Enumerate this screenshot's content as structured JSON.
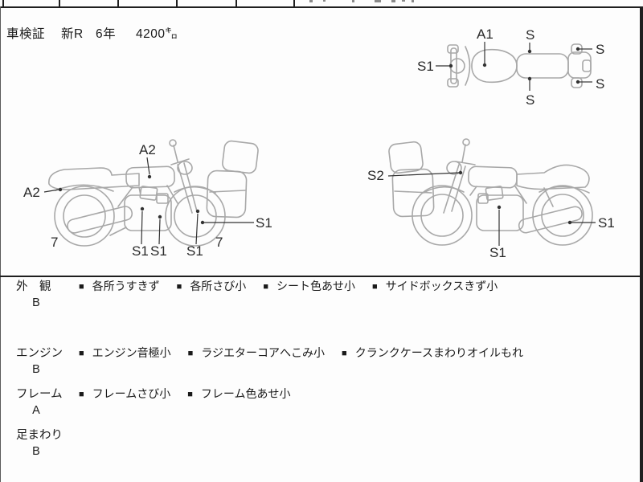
{
  "sheet": {
    "bullet_icon": "■",
    "header": {
      "doc_label": "車検証",
      "era": "新R",
      "year": "6年",
      "mileage": "4200㌔"
    },
    "diagrams": {
      "top_view": {
        "labels": {
          "s1_front": "S1",
          "a1_tank": "A1",
          "s_top": "S",
          "s_bottom": "S",
          "s_rear_top": "S",
          "s_rear_bottom": "S"
        }
      },
      "left_view": {
        "labels": {
          "a2_rear": "A2",
          "a2_tank": "A2",
          "grade7_rear": "7",
          "s1_engine": "S1",
          "s1_lower": "S1",
          "s1_fork": "S1",
          "grade7_front": "7",
          "s1_front_wheel": "S1"
        }
      },
      "right_view": {
        "labels": {
          "s2_front": "S2",
          "s1_engine": "S1",
          "s1_rear_wheel": "S1"
        }
      }
    },
    "condition_rows": [
      {
        "part": "外　観",
        "grade": "B",
        "items": [
          "各所うすきず",
          "各所さび小",
          "シート色あせ小",
          "サイドボックスきず小"
        ]
      },
      {
        "part": "エンジン",
        "grade": "B",
        "items": [
          "エンジン音極小",
          "ラジエターコアへこみ小",
          "クランクケースまわりオイルもれ"
        ]
      },
      {
        "part": "フレーム",
        "grade": "A",
        "items": [
          "フレームさび小",
          "フレーム色あせ小"
        ]
      },
      {
        "part": "足まわり",
        "grade": "B",
        "items": []
      }
    ]
  },
  "colors": {
    "line": "#1f1f1f",
    "sketch": "#a8a8a8",
    "text": "#1a1a1a"
  }
}
